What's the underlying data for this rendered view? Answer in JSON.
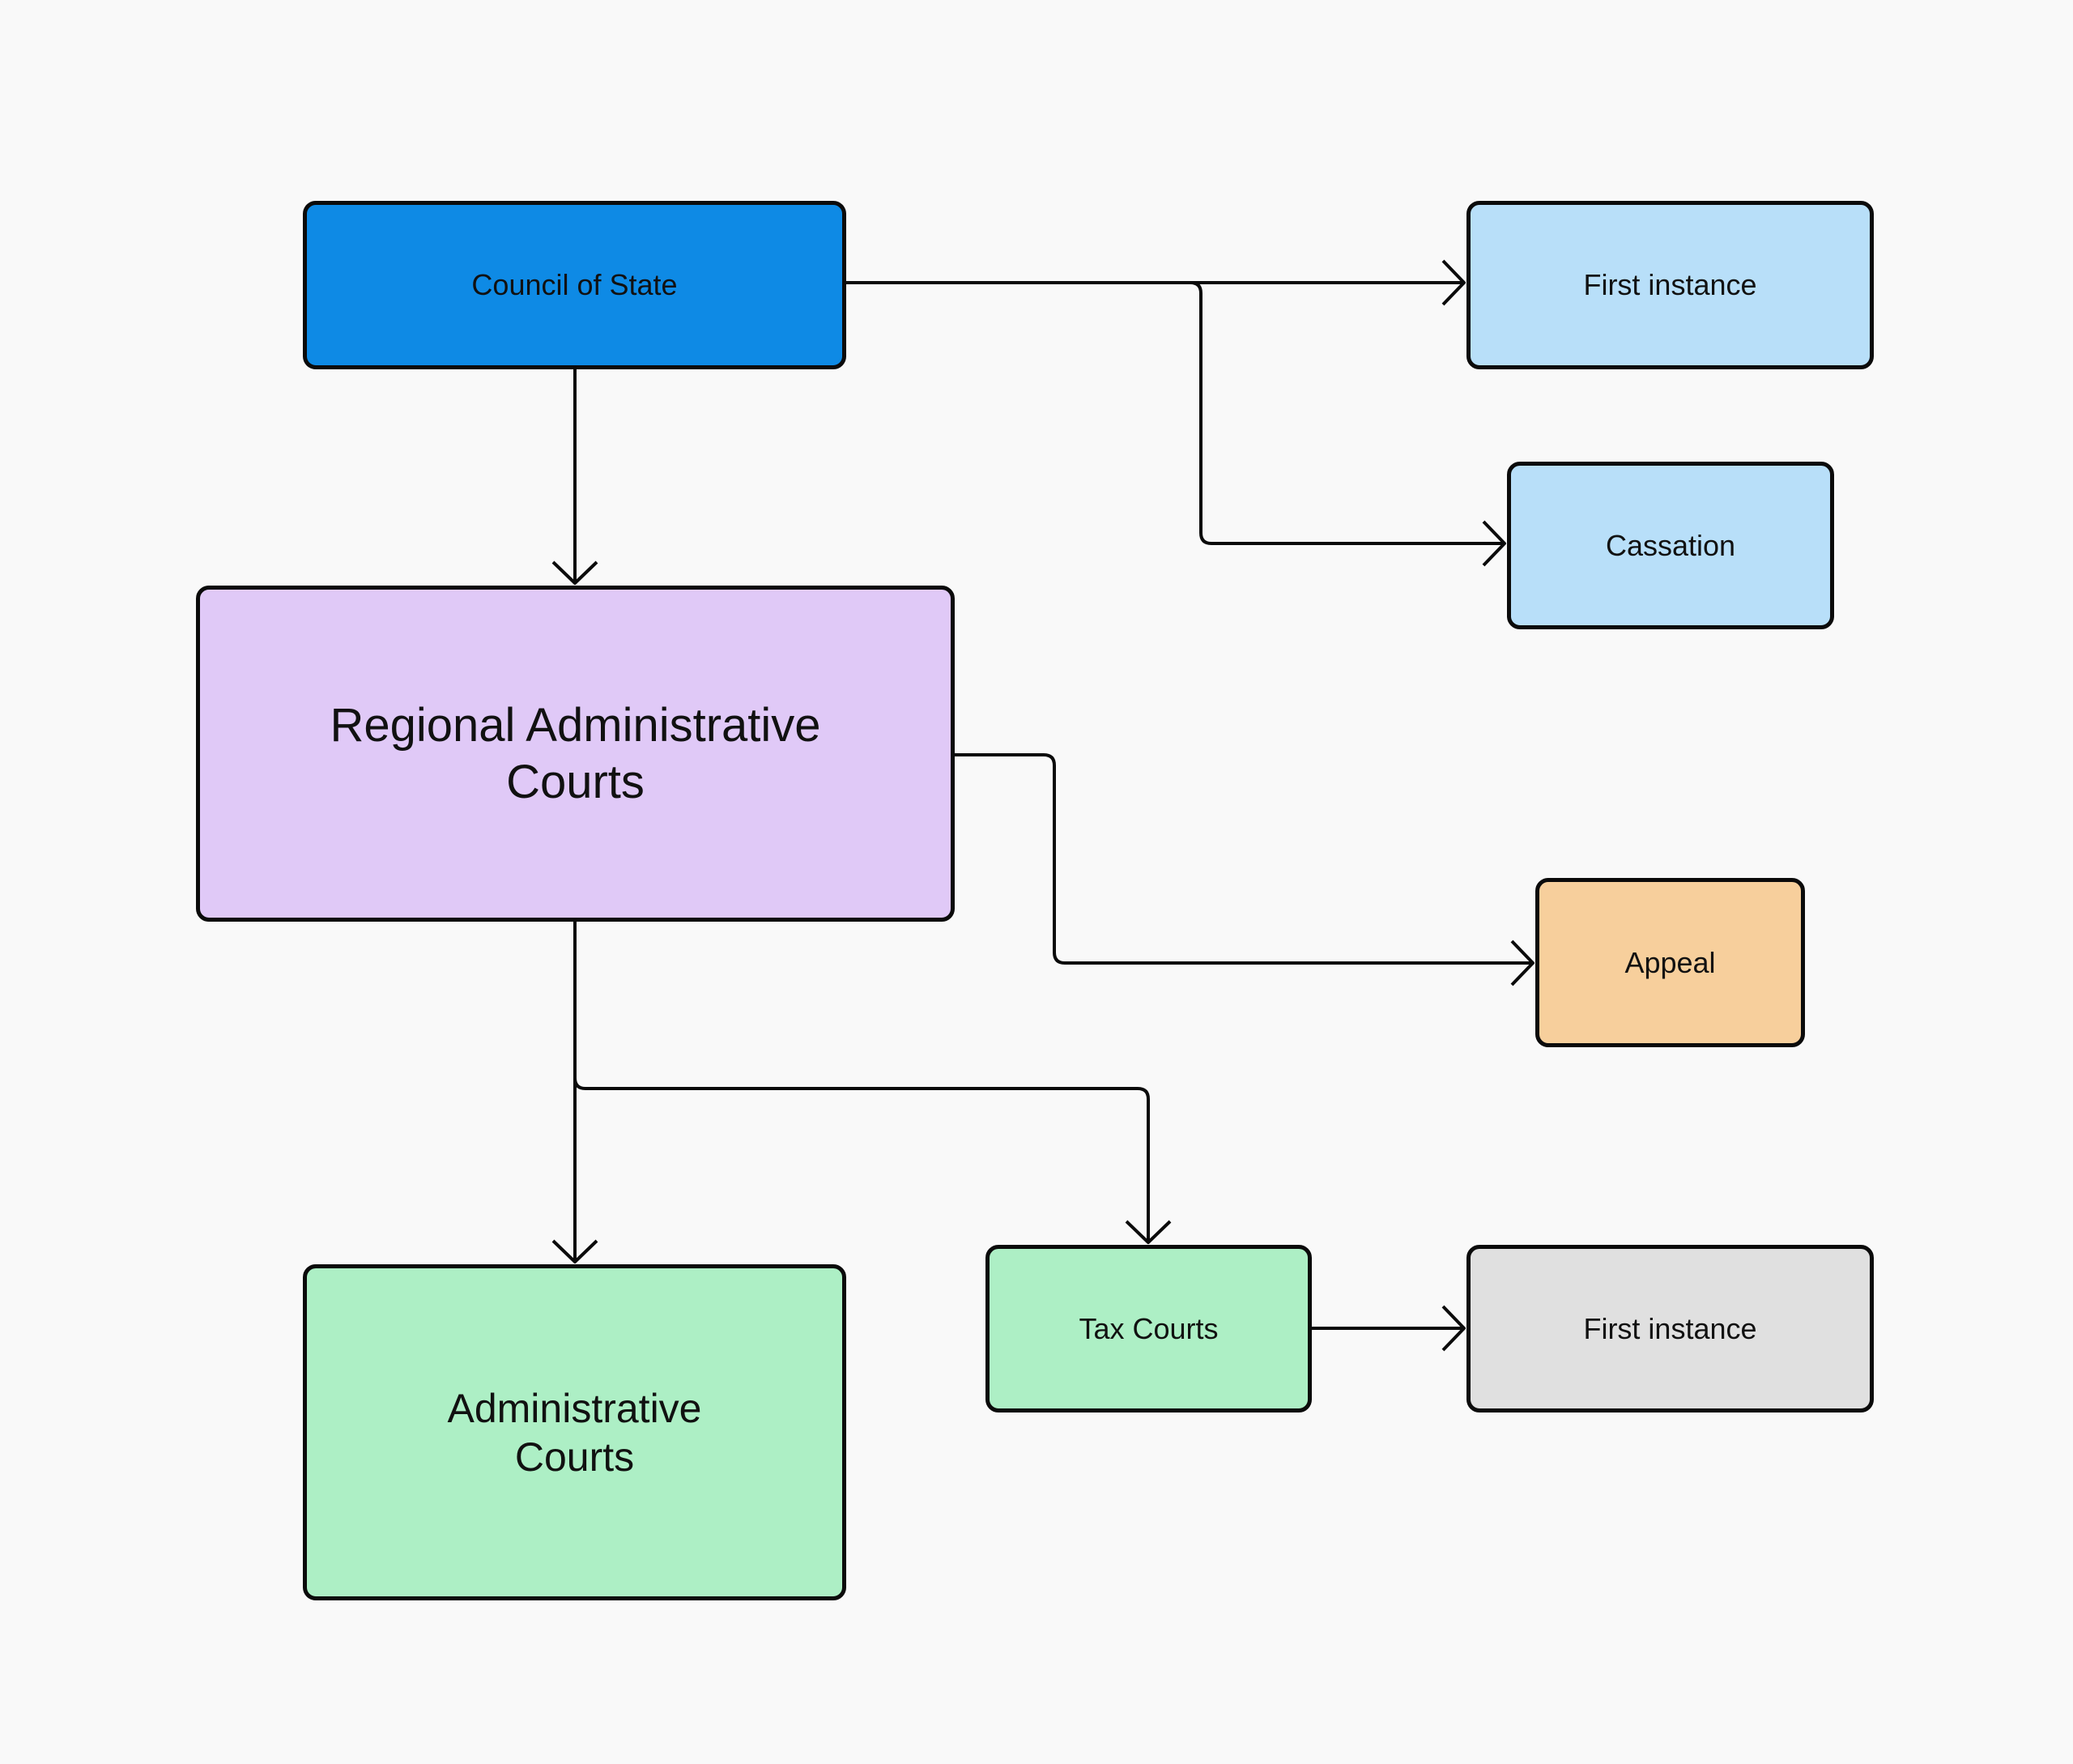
{
  "diagram": {
    "type": "flowchart",
    "nodes": [
      {
        "id": "council",
        "label": "Council of State",
        "color": "#0e8ae5"
      },
      {
        "id": "first_instance_top",
        "label": "First instance",
        "color": "#b8dff9"
      },
      {
        "id": "cassation",
        "label": "Cassation",
        "color": "#b8dff9"
      },
      {
        "id": "regional",
        "label": "Regional Administrative Courts",
        "color": "#e0c9f7"
      },
      {
        "id": "appeal",
        "label": "Appeal",
        "color": "#f7cf9c"
      },
      {
        "id": "admin",
        "label": "Administrative Courts",
        "color": "#adefc5"
      },
      {
        "id": "tax",
        "label": "Tax Courts",
        "color": "#adefc5"
      },
      {
        "id": "first_instance_bottom",
        "label": "First instance",
        "color": "#e0e0e0"
      }
    ],
    "edges": [
      {
        "from": "council",
        "to": "first_instance_top"
      },
      {
        "from": "council",
        "to": "cassation"
      },
      {
        "from": "council",
        "to": "regional"
      },
      {
        "from": "regional",
        "to": "appeal"
      },
      {
        "from": "regional",
        "to": "admin"
      },
      {
        "from": "regional",
        "to": "tax"
      },
      {
        "from": "tax",
        "to": "first_instance_bottom"
      }
    ]
  }
}
